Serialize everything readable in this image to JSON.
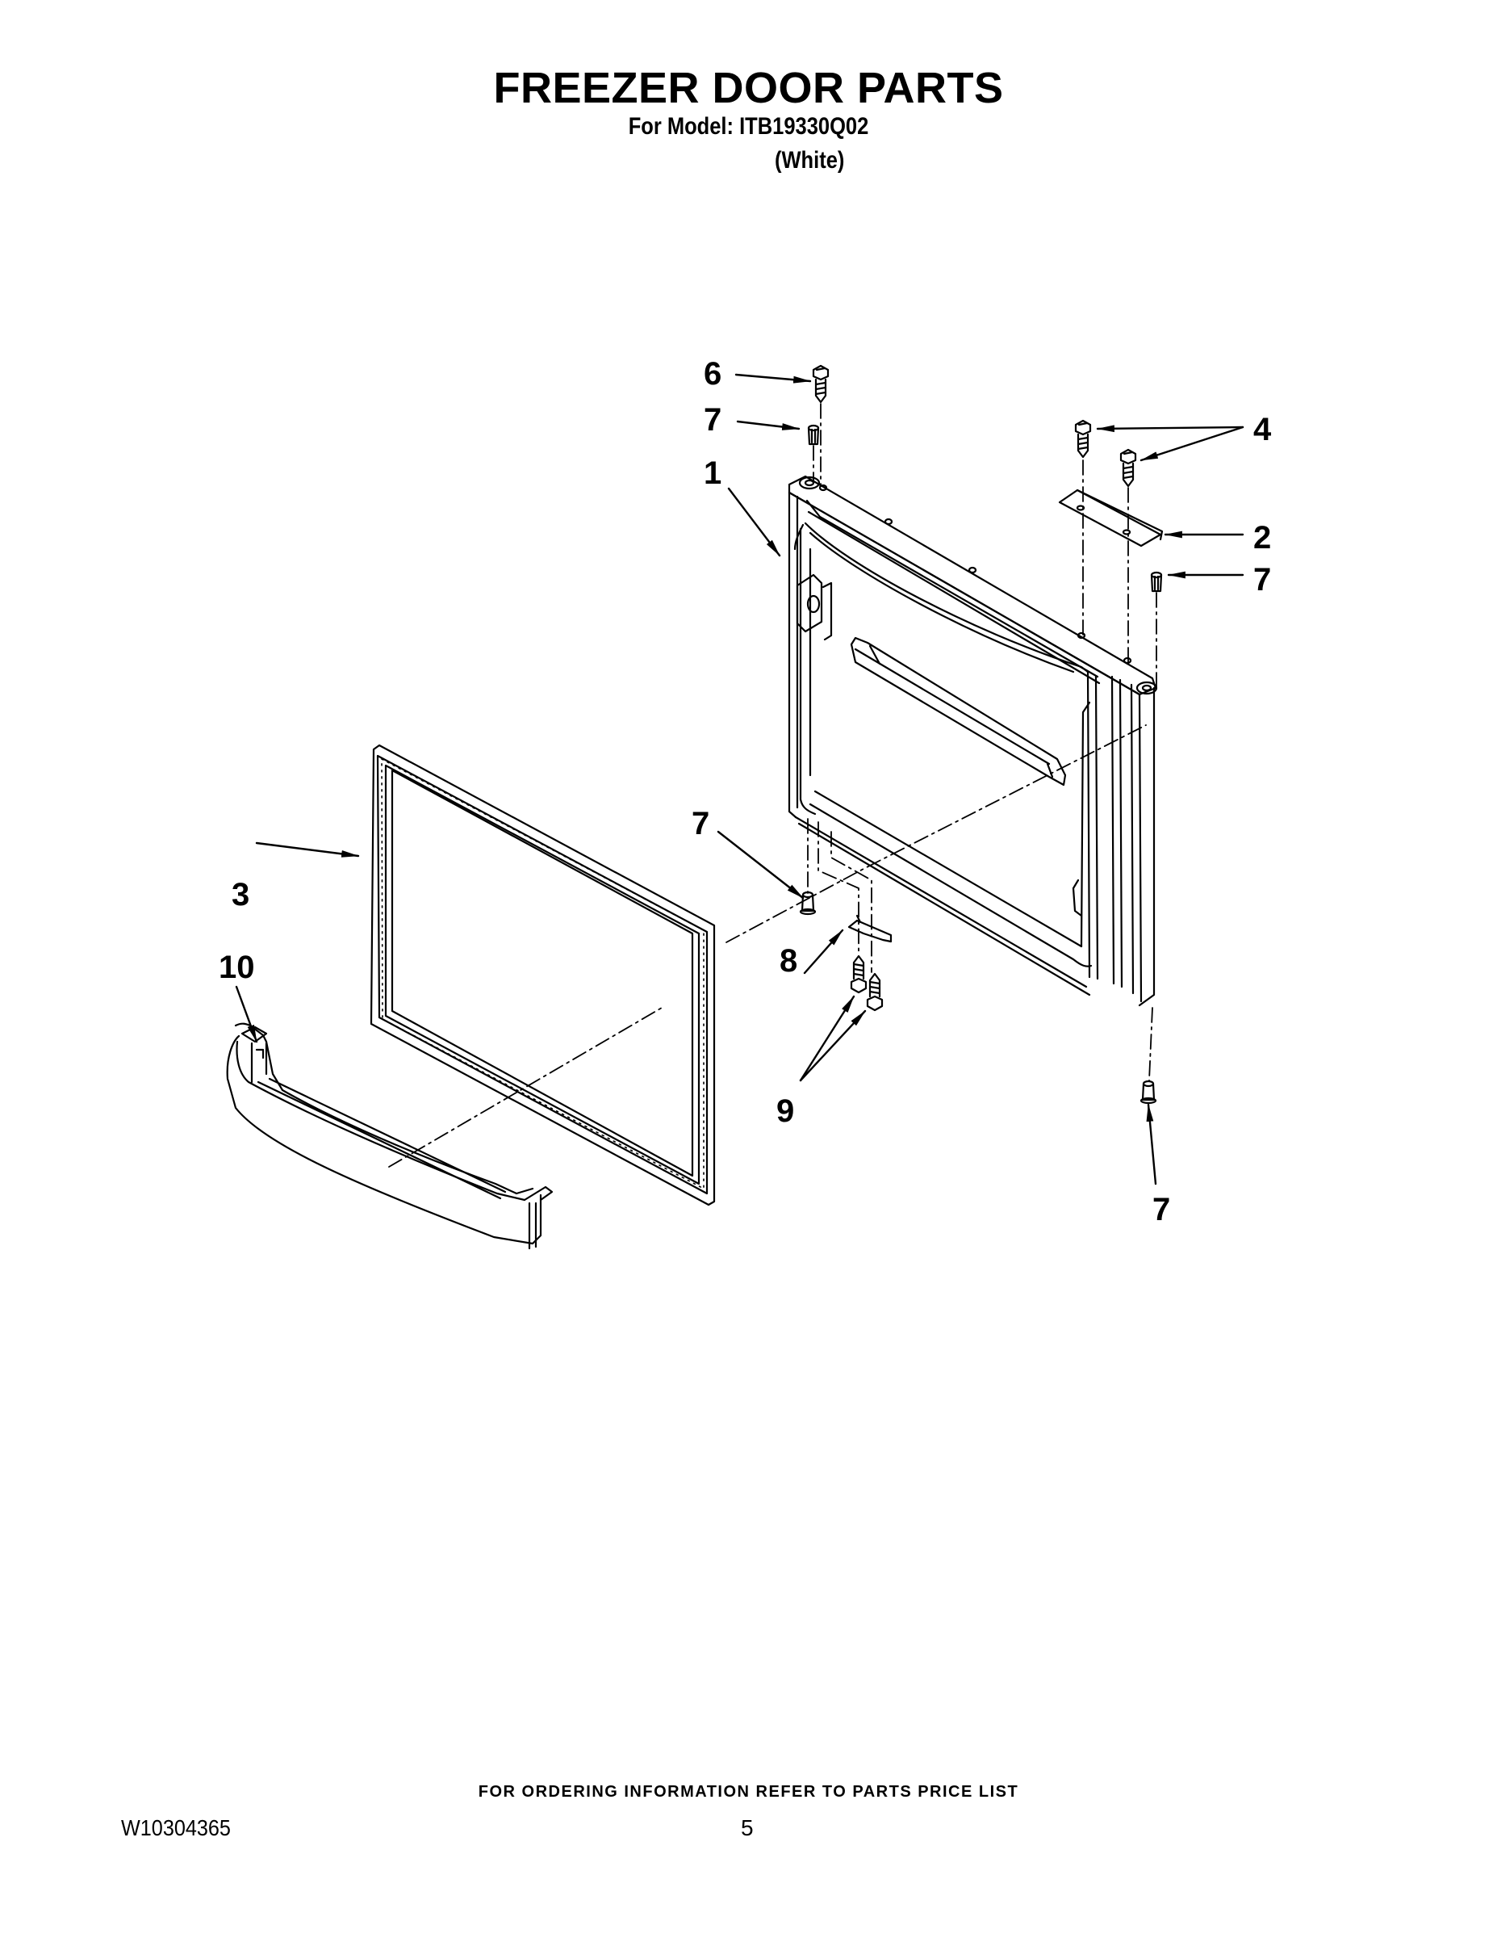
{
  "header": {
    "title": "FREEZER DOOR PARTS",
    "model_line": "For Model: ITB19330Q02",
    "color": "(White)"
  },
  "diagram": {
    "parts": [
      {
        "callout": "1",
        "part": "freezer-door"
      },
      {
        "callout": "2",
        "part": "hinge-cover-plate"
      },
      {
        "callout": "3",
        "part": "door-gasket"
      },
      {
        "callout": "4",
        "part": "hinge-screws"
      },
      {
        "callout": "6",
        "part": "hinge-screw-top-left"
      },
      {
        "callout": "7",
        "part": "bushing"
      },
      {
        "callout": "8",
        "part": "lower-bracket"
      },
      {
        "callout": "9",
        "part": "bracket-screws"
      },
      {
        "callout": "10",
        "part": "door-bin"
      }
    ],
    "callouts": {
      "c6": "6",
      "c7_top_left": "7",
      "c1": "1",
      "c4": "4",
      "c2": "2",
      "c7_top_right": "7",
      "c7_middle": "7",
      "c3": "3",
      "c10": "10",
      "c8": "8",
      "c9": "9",
      "c7_bottom_right": "7"
    }
  },
  "footer": {
    "ordering_note": "FOR ORDERING INFORMATION REFER TO PARTS PRICE LIST",
    "document_number": "W10304365",
    "page_number": "5"
  }
}
